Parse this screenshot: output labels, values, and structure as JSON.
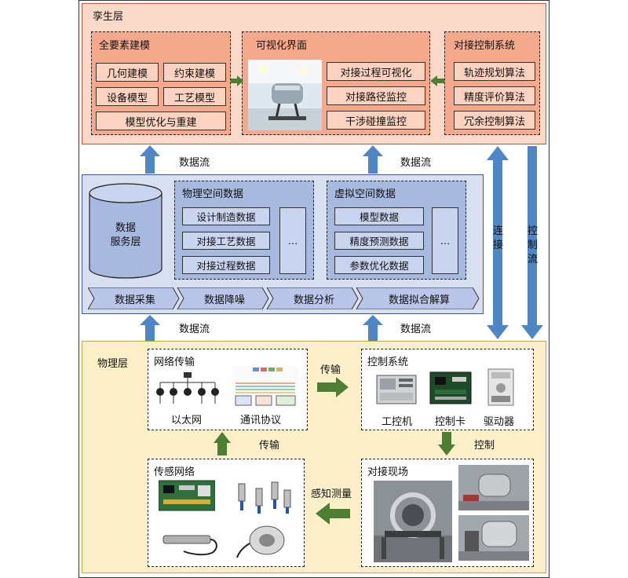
{
  "twin_layer": {
    "title": "孪生层",
    "modeling": {
      "title": "全要素建模",
      "items": [
        "几何建模",
        "约束建模",
        "设备模型",
        "工艺模型",
        "模型优化与重建"
      ]
    },
    "visual": {
      "title": "可视化界面",
      "items": [
        "对接过程可视化",
        "对接路径监控",
        "干涉碰撞监控"
      ]
    },
    "control": {
      "title": "对接控制系统",
      "items": [
        "轨迹规划算法",
        "精度评价算法",
        "冗余控制算法"
      ]
    }
  },
  "data_layer": {
    "server": "数据\n服务层",
    "physical": {
      "title": "物理空间数据",
      "items": [
        "设计制造数据",
        "对接工艺数据",
        "对接过程数据"
      ],
      "more": "…"
    },
    "virtual": {
      "title": "虚拟空间数据",
      "items": [
        "模型数据",
        "精度预测数据",
        "参数优化数据"
      ],
      "more": "…"
    },
    "steps": [
      "数据采集",
      "数据降噪",
      "数据分析",
      "数据拟合解算"
    ]
  },
  "flows": {
    "data_flow": "数据流",
    "connect": "连\n接",
    "control_flow": "控\n制\n流"
  },
  "physical_layer": {
    "title": "物理层",
    "network": {
      "title": "网络传输",
      "items": [
        "以太网",
        "通讯协议"
      ]
    },
    "control": {
      "title": "控制系统",
      "items": [
        "工控机",
        "控制卡",
        "驱动器"
      ]
    },
    "sensor": {
      "title": "传感网络"
    },
    "site": {
      "title": "对接现场"
    },
    "transmit": "传输",
    "control_label": "控制",
    "sense": "感知测量"
  },
  "colors": {
    "twin_fill": "#fbd9c9",
    "twin_panel": "#f5a98c",
    "data_fill": "#d7dff1",
    "data_panel": "#a8b9e0",
    "phys_fill": "#fdf0c9",
    "blue_arrow": "#4f86c6",
    "green_arrow": "#4e7d34"
  }
}
